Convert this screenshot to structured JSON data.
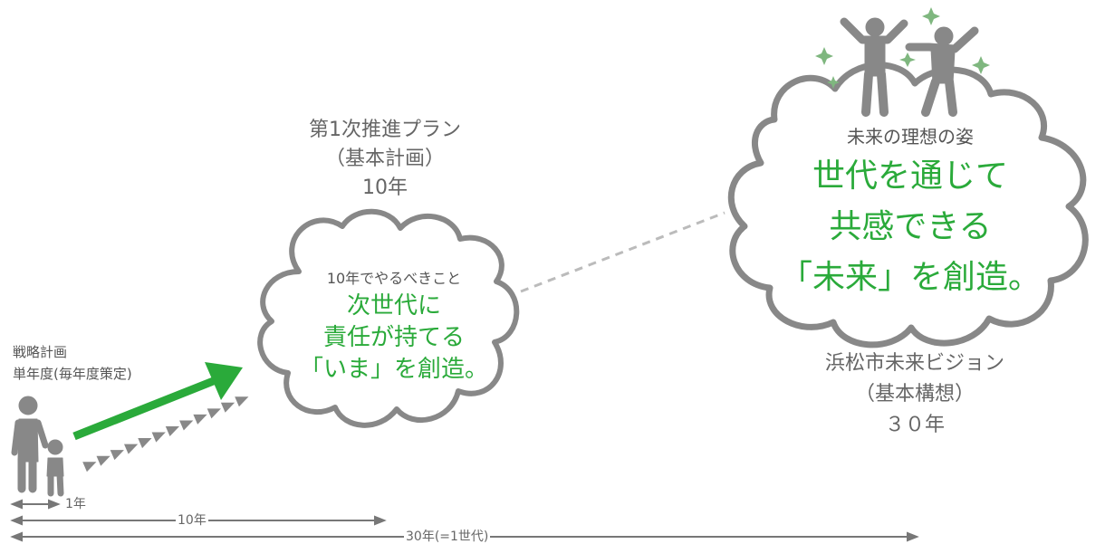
{
  "plan": {
    "line1": "第1次推進プラン",
    "line2": "（基本計画）",
    "line3": "10年"
  },
  "cloud_small": {
    "subtitle": "10年でやるべきこと",
    "line1": "次世代に",
    "line2": "責任が持てる",
    "line3": "「いま」を創造。"
  },
  "cloud_large": {
    "subtitle": "未来の理想の姿",
    "line1": "世代を通じて",
    "line2": "共感できる",
    "line3": "「未来」を創造。"
  },
  "vision": {
    "line1": "浜松市未来ビジョン",
    "line2": "（基本構想）",
    "line3": "３０年"
  },
  "strategy": {
    "line1": "戦略計画",
    "line2": "単年度(毎年度策定)"
  },
  "timeline": {
    "one_year": "1年",
    "ten_years": "10年",
    "thirty_years": "30年(=1世代)"
  },
  "colors": {
    "accent_green": "#2aaa3a",
    "gray": "#888888",
    "sparkle_green": "#7fb77f"
  },
  "icons": [
    "parent-child-icon",
    "celebrating-people-icon",
    "sparkle-icon",
    "cloud-icon",
    "arrow-icon"
  ]
}
